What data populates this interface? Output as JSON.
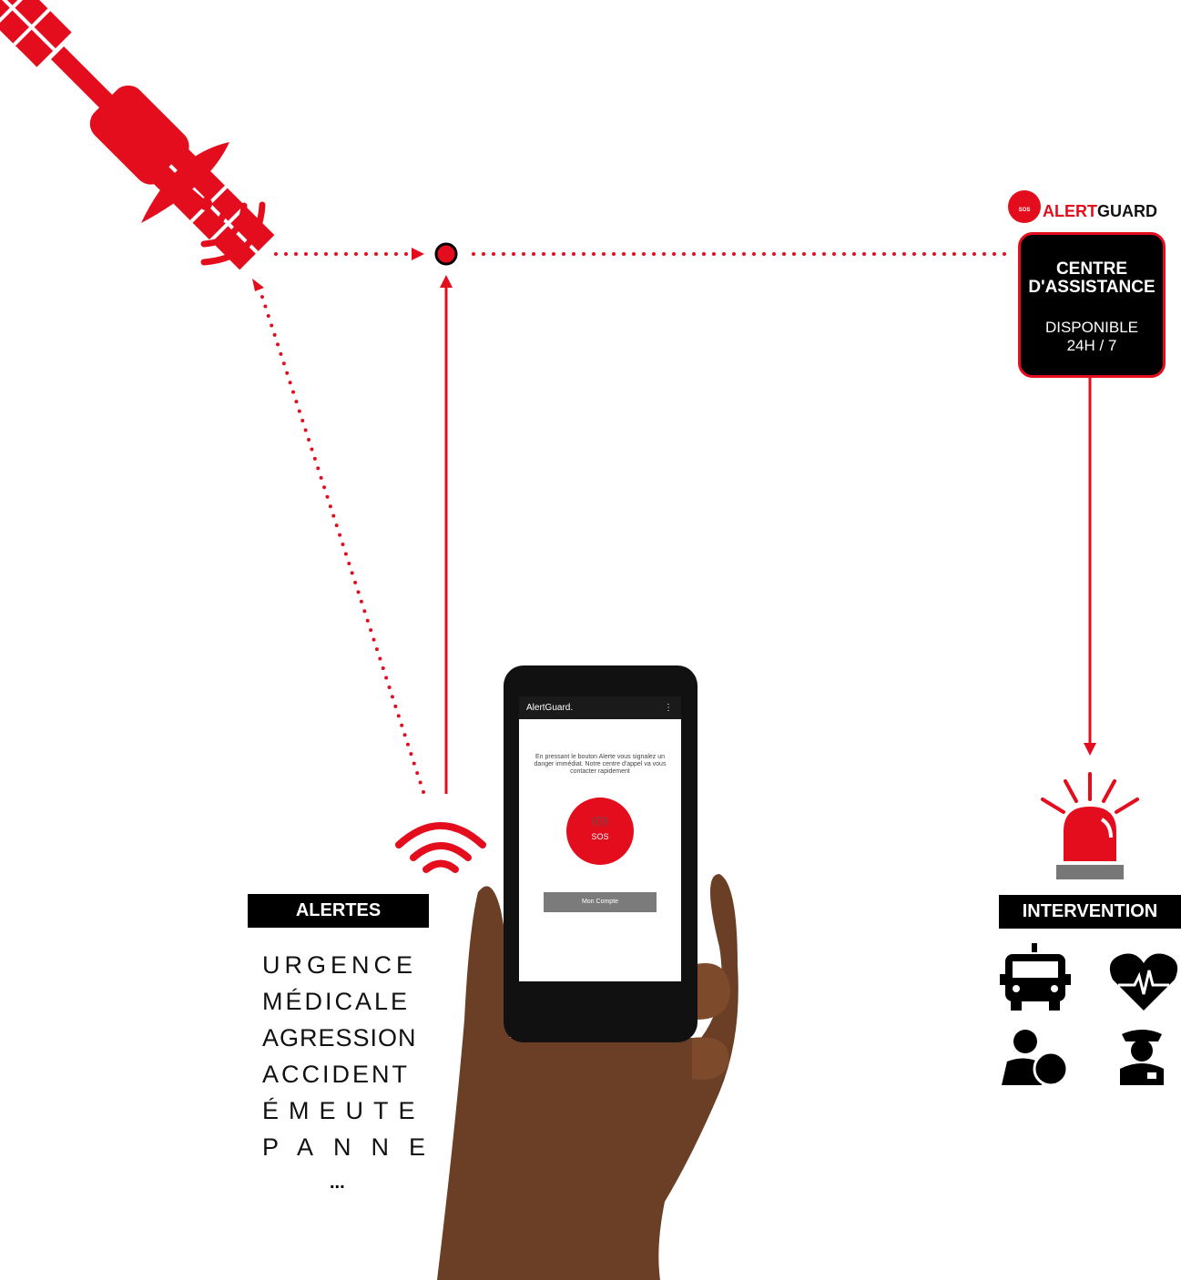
{
  "brand": {
    "name_part1": "ALERT",
    "name_part2": "GUARD",
    "logo_badge": "SOS"
  },
  "centre": {
    "title_line1": "CENTRE",
    "title_line2": "D'ASSISTANCE",
    "availability_line1": "DISPONIBLE",
    "availability_line2": "24H / 7"
  },
  "alerts": {
    "heading": "ALERTES",
    "items": [
      "URGENCE",
      "MÉDICALE",
      "AGRESSION",
      "ACCIDENT",
      "ÉMEUTE",
      "PANNE"
    ],
    "more": "..."
  },
  "intervention": {
    "heading": "INTERVENTION",
    "icons": [
      "ambulance-icon",
      "heart-pulse-icon",
      "person-icon",
      "police-officer-icon"
    ]
  },
  "phone_app": {
    "title": "AlertGuard.",
    "message": "En pressant le bouton Alerte vous signalez un danger immédiat. Notre centre d'appel va vous contacter rapidement",
    "sos_label": "SOS",
    "account_button": "Mon Compte"
  },
  "colors": {
    "red": "#e30d1d",
    "black": "#000000"
  }
}
